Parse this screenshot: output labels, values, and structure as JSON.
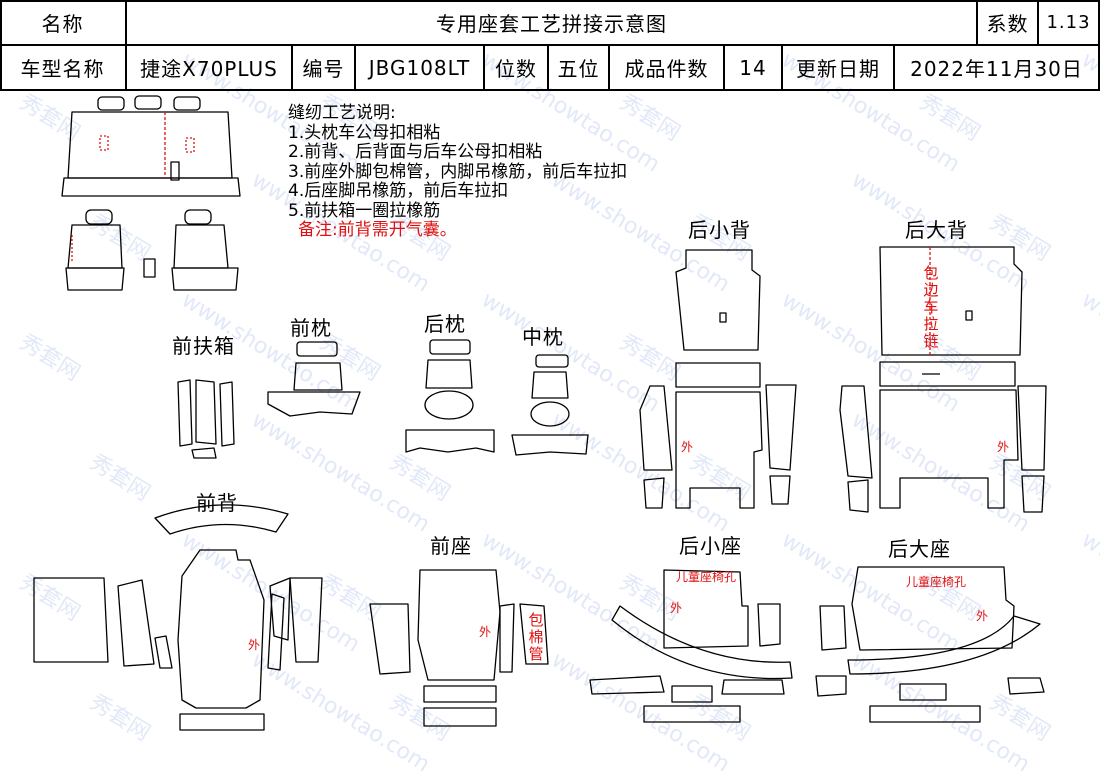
{
  "header": {
    "name_label": "名称",
    "title": "专用座套工艺拼接示意图",
    "coef_label": "系数",
    "coef_value": "1.13",
    "model_label": "车型名称",
    "model_value": "捷途X70PLUS",
    "code_label": "编号",
    "code_value": "JBG108LT",
    "seats_label": "位数",
    "seats_value": "五位",
    "pieces_label": "成品件数",
    "pieces_value": "14",
    "date_label": "更新日期",
    "date_value": "2022年11月30日"
  },
  "notes": {
    "heading": "缝纫工艺说明:",
    "items": [
      "1.头枕车公母扣相粘",
      "2.前背、后背面与后车公母扣相粘",
      "3.前座外脚包棉管，内脚吊橡筋，前后车拉扣",
      "4.后座脚吊橡筋，前后车拉扣",
      "5.前扶箱一圈拉橡筋"
    ],
    "remark": "备注:前背需开气囊。"
  },
  "labels": {
    "front_armrest": "前扶箱",
    "front_headrest": "前枕",
    "rear_headrest": "后枕",
    "middle_headrest": "中枕",
    "rear_small_back": "后小背",
    "rear_big_back": "后大背",
    "front_back": "前背",
    "front_seat": "前座",
    "rear_small_seat": "后小座",
    "rear_big_seat": "后大座"
  },
  "annotations": {
    "outer": "外",
    "binding_seam": "包边车拉链",
    "cotton_tube": "包棉管",
    "child_seat_hole": "儿童座椅孔"
  },
  "watermark": [
    "秀套网",
    "www.showtao.com"
  ]
}
